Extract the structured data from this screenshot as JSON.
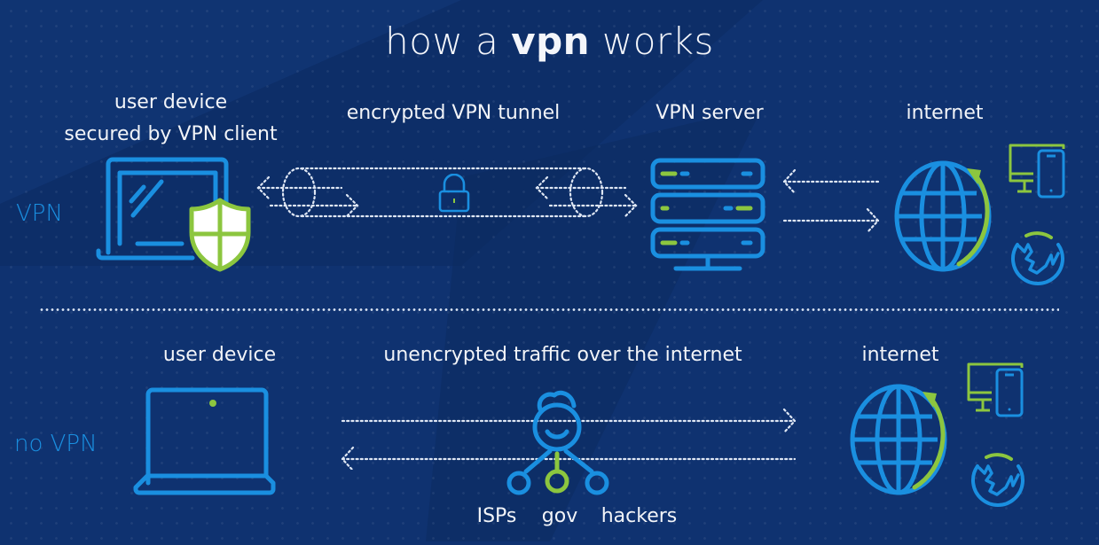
{
  "title": {
    "prefix": "how a ",
    "bold": "vpn",
    "suffix": " works"
  },
  "vpn_row": {
    "side_label": "VPN",
    "device_label_line1": "user device",
    "device_label_line2": "secured by VPN client",
    "tunnel_label": "encrypted VPN tunnel",
    "server_label": "VPN server",
    "internet_label": "internet"
  },
  "no_vpn_row": {
    "side_label": "no VPN",
    "device_label": "user device",
    "traffic_label": "unencrypted traffic over the internet",
    "internet_label": "internet",
    "observers": [
      "ISPs",
      "gov",
      "hackers"
    ]
  },
  "colors": {
    "background": "#0f3270",
    "accent_blue": "#1a8fe0",
    "accent_green": "#8cc63f",
    "text": "#f2f4f8"
  },
  "icons": {
    "laptop": "laptop-icon",
    "shield": "shield-icon",
    "lock": "lock-icon",
    "server": "server-icon",
    "globe": "globe-icon",
    "devices": "monitor-phone-icon",
    "browser": "firefox-icon",
    "observer": "observer-person-icon"
  }
}
